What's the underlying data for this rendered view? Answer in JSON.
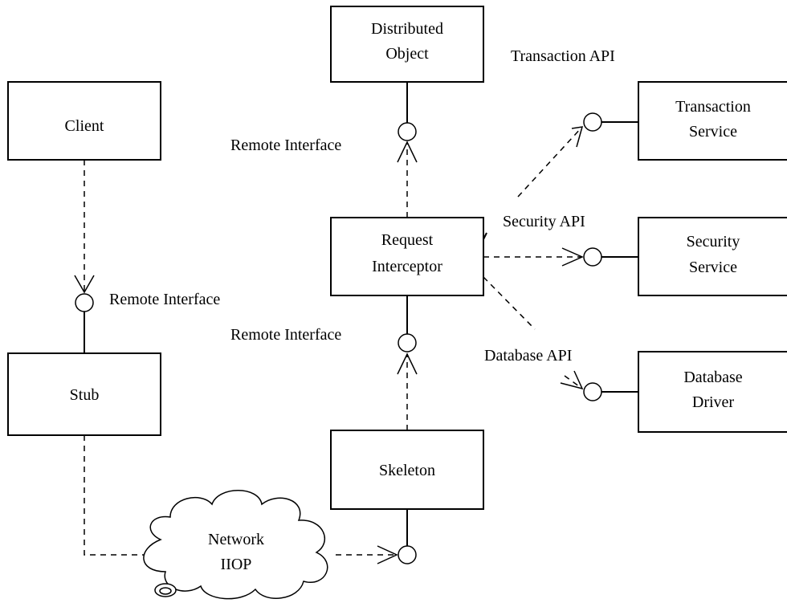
{
  "nodes": {
    "client": "Client",
    "stub": "Stub",
    "distributed_object": [
      "Distributed",
      "Object"
    ],
    "request_interceptor": [
      "Request",
      "Interceptor"
    ],
    "skeleton": "Skeleton",
    "transaction_service": [
      "Transaction",
      "Service"
    ],
    "security_service": [
      "Security",
      "Service"
    ],
    "database_driver": [
      "Database",
      "Driver"
    ],
    "network": [
      "Network",
      "IIOP"
    ]
  },
  "interfaces": {
    "client_remote": "Remote Interface",
    "object_remote": "Remote Interface",
    "interceptor_remote": "Remote Interface",
    "transaction_api": "Transaction API",
    "security_api": "Security API",
    "database_api": "Database API"
  }
}
